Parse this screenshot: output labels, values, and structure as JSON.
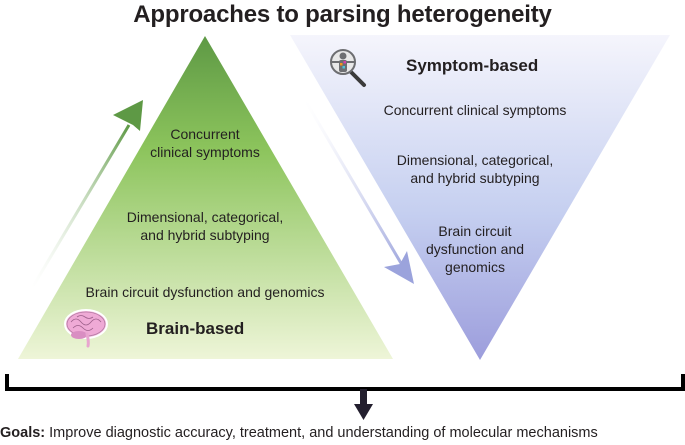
{
  "title": "Approaches to parsing heterogeneity",
  "brain_based": {
    "heading": "Brain-based",
    "icon": "brain-icon",
    "levels": [
      {
        "line1": "Concurrent",
        "line2": "clinical symptoms"
      },
      {
        "line1": "Dimensional, categorical,",
        "line2": "and hybrid subtyping"
      },
      {
        "line1": "Brain circuit dysfunction and genomics"
      }
    ],
    "colors": {
      "top": "#5e9945",
      "mid": "#8cc45c",
      "bottom": "#eef5d8",
      "arrow": "#5e9945"
    }
  },
  "symptom_based": {
    "heading": "Symptom-based",
    "icon": "magnifier-person-icon",
    "levels": [
      {
        "line1": "Concurrent clinical symptoms"
      },
      {
        "line1": "Dimensional, categorical,",
        "line2": "and hybrid subtyping"
      },
      {
        "line1": "Brain circuit",
        "line2": "dysfunction and",
        "line3": "genomics"
      }
    ],
    "colors": {
      "top": "#f5f5fc",
      "mid": "#c5cff0",
      "bottom": "#9c9ddc",
      "arrow": "#9ba3dc"
    }
  },
  "goals": {
    "label": "Goals:",
    "text": "Improve diagnostic accuracy, treatment, and understanding of molecular mechanisms"
  }
}
